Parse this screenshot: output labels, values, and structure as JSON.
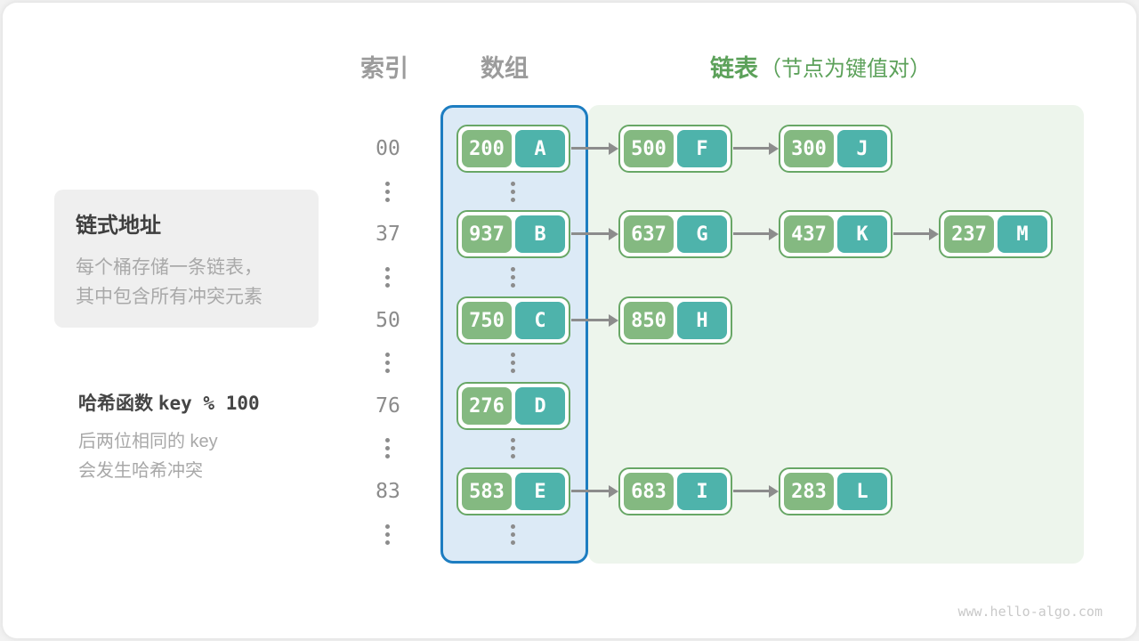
{
  "headers": {
    "index": "索引",
    "array": "数组",
    "list": "链表",
    "list_note": "（节点为键值对）"
  },
  "side_notes": {
    "box_title": "链式地址",
    "box_line1": "每个桶存储一条链表，",
    "box_line2": "其中包含所有冲突元素",
    "hash_label": "哈希函数",
    "hash_code": "key % 100",
    "hash_note_line1": "后两位相同的 key",
    "hash_note_line2": "会发生哈希冲突"
  },
  "rows": [
    {
      "index": "00",
      "array": {
        "key": "200",
        "value": "A"
      },
      "chain": [
        {
          "key": "500",
          "value": "F"
        },
        {
          "key": "300",
          "value": "J"
        }
      ]
    },
    {
      "index": "37",
      "array": {
        "key": "937",
        "value": "B"
      },
      "chain": [
        {
          "key": "637",
          "value": "G"
        },
        {
          "key": "437",
          "value": "K"
        },
        {
          "key": "237",
          "value": "M"
        }
      ]
    },
    {
      "index": "50",
      "array": {
        "key": "750",
        "value": "C"
      },
      "chain": [
        {
          "key": "850",
          "value": "H"
        }
      ]
    },
    {
      "index": "76",
      "array": {
        "key": "276",
        "value": "D"
      },
      "chain": []
    },
    {
      "index": "83",
      "array": {
        "key": "583",
        "value": "E"
      },
      "chain": [
        {
          "key": "683",
          "value": "I"
        },
        {
          "key": "283",
          "value": "L"
        }
      ]
    }
  ],
  "watermark": "www.hello-algo.com",
  "colors": {
    "key_cell_green": "#84b981",
    "value_cell_teal": "#4eb3ab",
    "node_border_green": "#68a766",
    "array_panel_border_blue": "#1d7dc1",
    "array_panel_fill_blue": "#dceaf6",
    "list_panel_fill_green": "#edf5ec",
    "list_header_green": "#5ca15a",
    "header_gray": "#9b9b9b",
    "arrow_gray": "#8c8c8c"
  }
}
